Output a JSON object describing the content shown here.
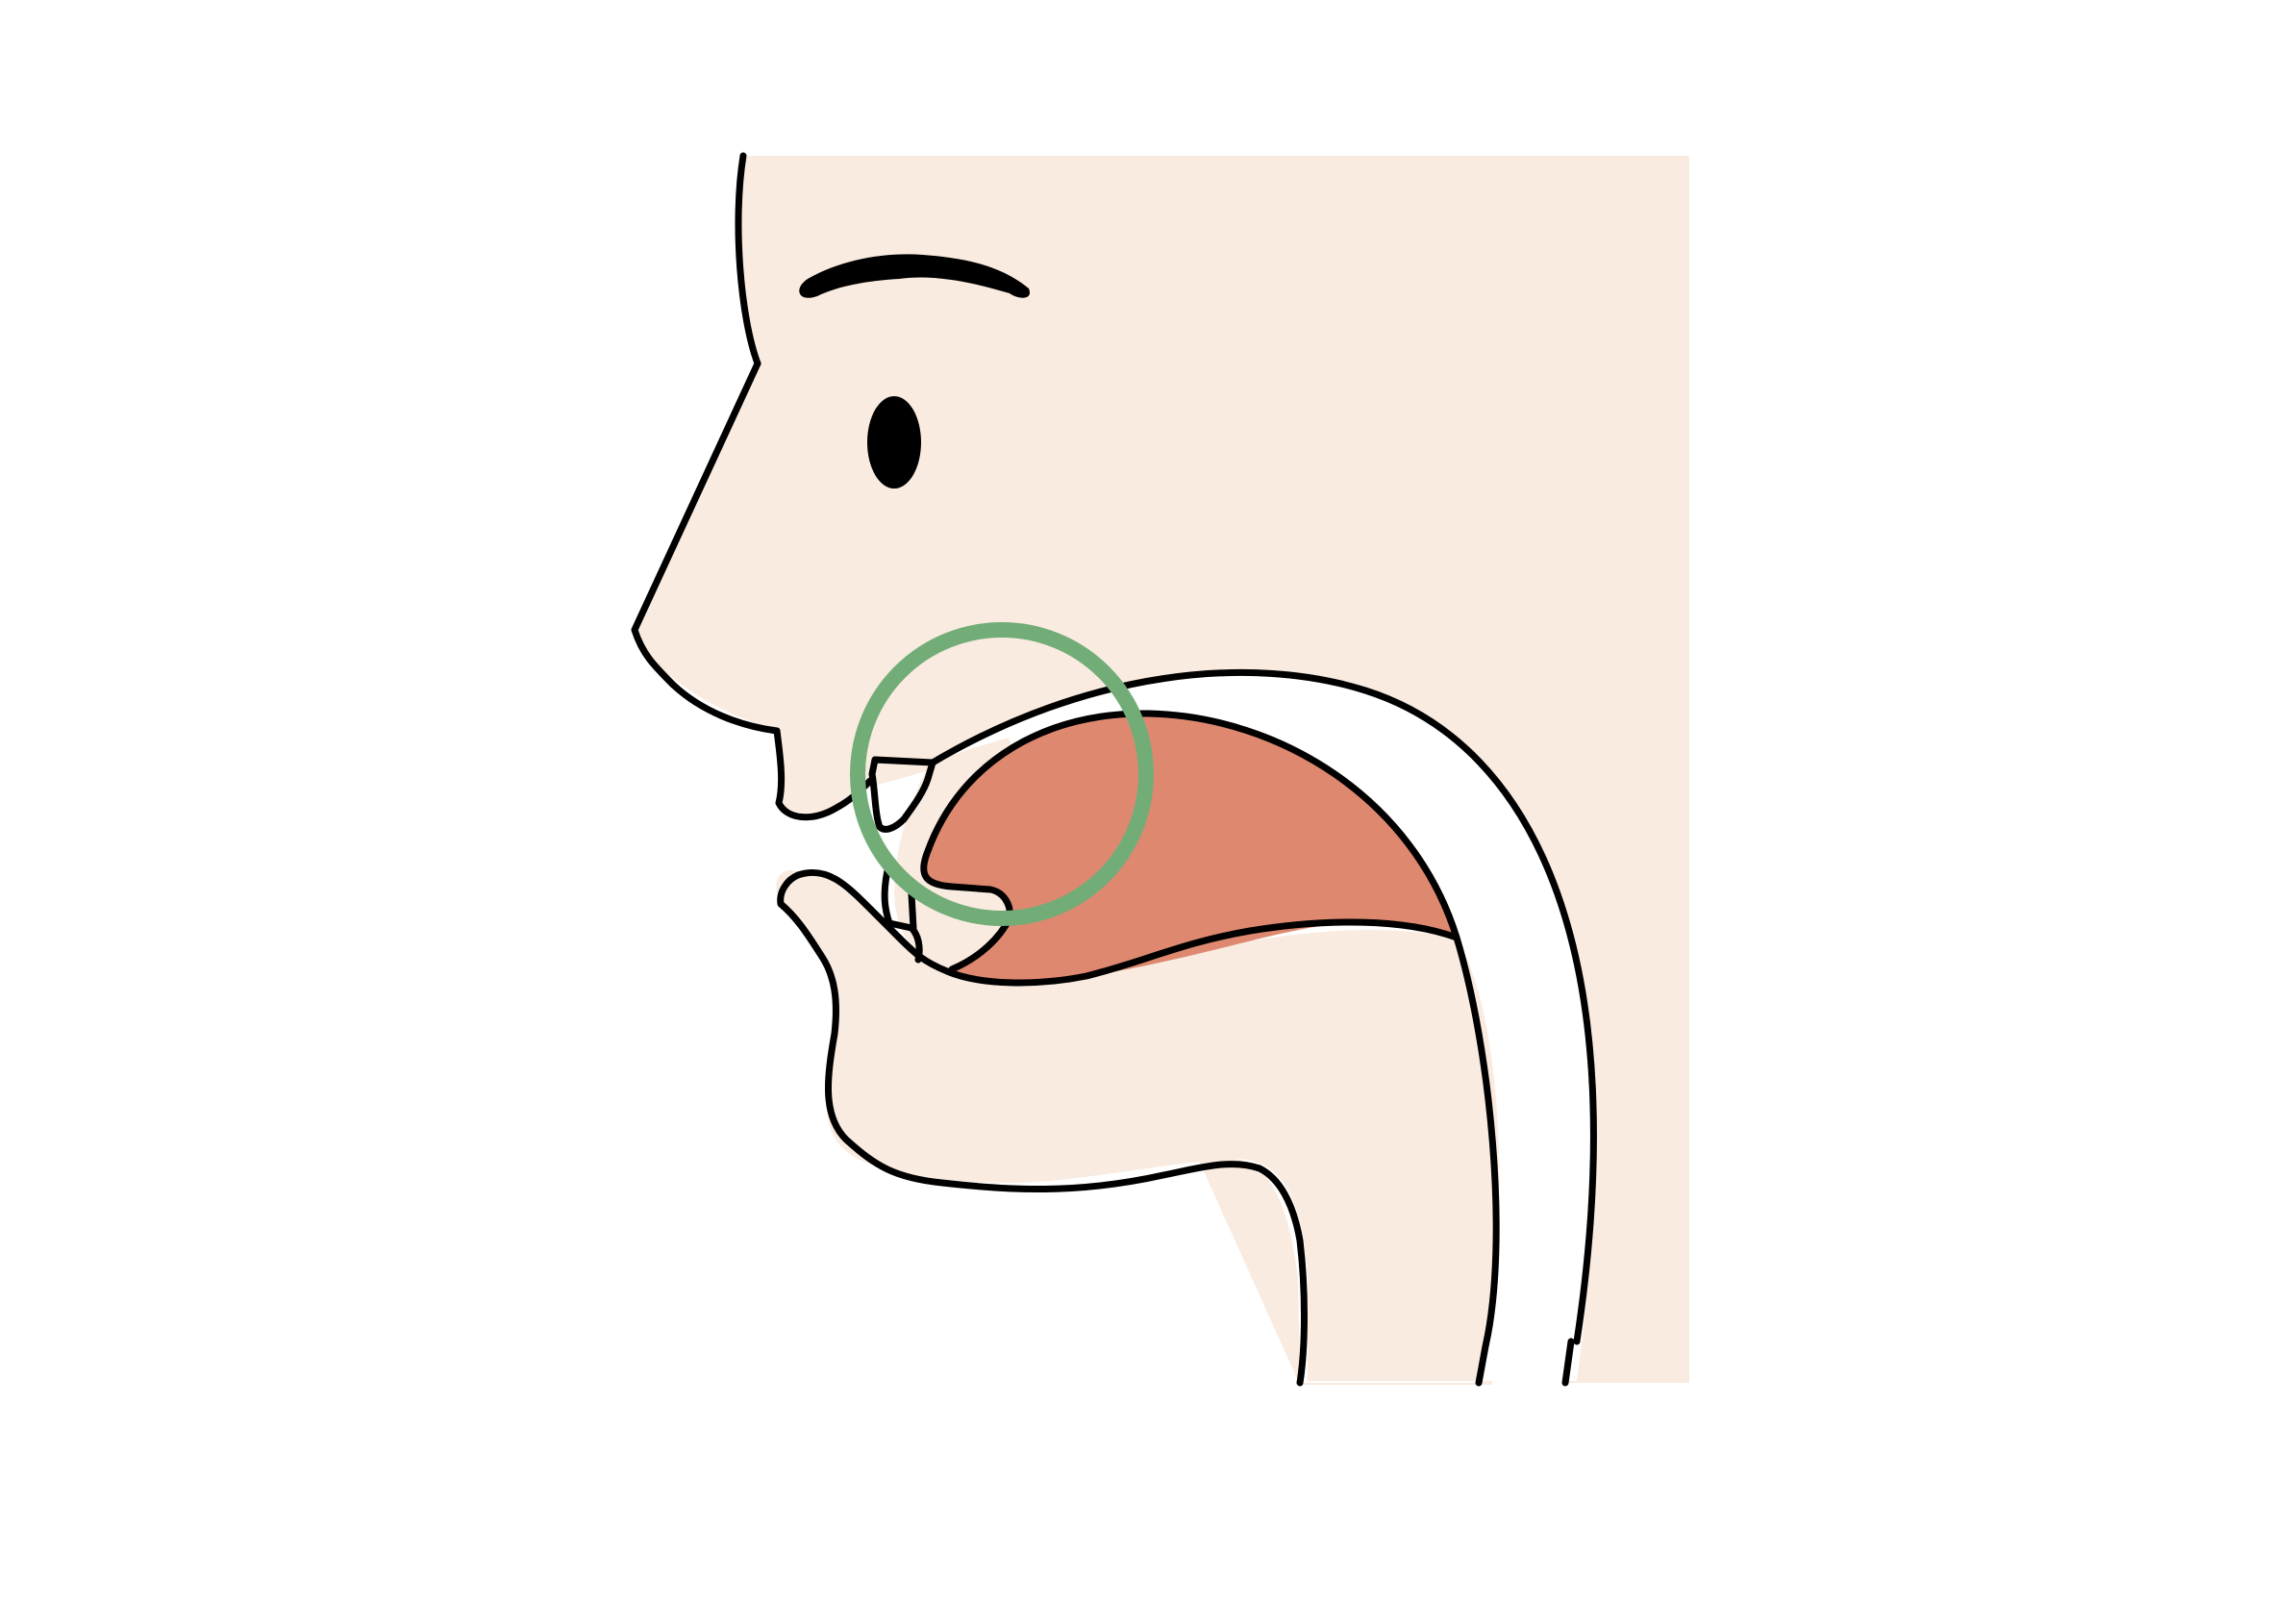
{
  "diagram": {
    "colors": {
      "background": "#ffffff",
      "skin": "#f9ebe0",
      "tongue": "#de8870",
      "outline": "#000000",
      "highlight_circle": "#72ad78"
    },
    "parts": [
      "head",
      "eyebrow",
      "eye",
      "nose",
      "upper-lip",
      "upper-teeth",
      "lower-lip",
      "lower-teeth",
      "tongue",
      "palate",
      "pharynx",
      "neck"
    ],
    "highlight": {
      "region": "teeth-and-tongue-tip",
      "shape": "circle"
    }
  }
}
